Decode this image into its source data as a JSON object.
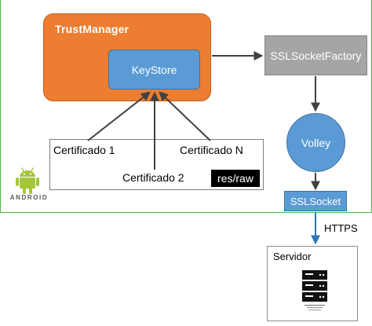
{
  "diagram": {
    "trustmanager": {
      "title": "TrustManager"
    },
    "keystore": {
      "label": "KeyStore"
    },
    "ssl_socket_factory": {
      "label": "SSLSocketFactory"
    },
    "volley": {
      "label": "Volley"
    },
    "certificates": {
      "cert1": "Certificado 1",
      "cert2": "Certificado 2",
      "certN": "Certificado N",
      "folder": "res/raw"
    },
    "ssl_socket": {
      "label": "SSLSocket"
    },
    "connection": {
      "label": "HTTPS"
    },
    "server": {
      "title": "Servidor"
    },
    "platform": {
      "wordmark": "ANDROID"
    }
  },
  "colors": {
    "trustmanager_fill": "#ed7d31",
    "component_blue": "#5b9bd5",
    "factory_gray": "#a5a5a5",
    "arrow_dark": "#404040",
    "https_arrow": "#2e75b6",
    "android_green": "#a4c639",
    "frame_green": "#4dbb4a"
  },
  "icons": {
    "server": "server-rack-icon",
    "android": "android-robot-icon"
  }
}
